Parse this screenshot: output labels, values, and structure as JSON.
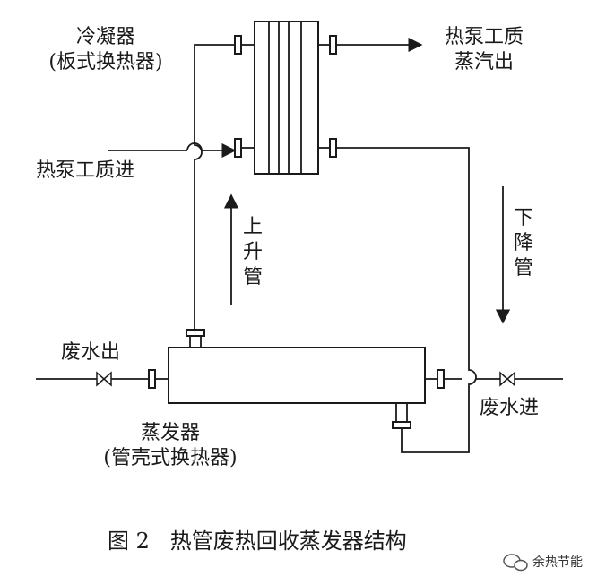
{
  "labels": {
    "condenser_line1": "冷凝器",
    "condenser_line2": "(板式换热器)",
    "vapor_out_line1": "热泵工质",
    "vapor_out_line2": "蒸汽出",
    "fluid_in": "热泵工质进",
    "riser": [
      "上",
      "升",
      "管"
    ],
    "downcomer": [
      "下",
      "降",
      "管"
    ],
    "waste_water_out": "废水出",
    "waste_water_in": "废水进",
    "evaporator_line1": "蒸发器",
    "evaporator_line2": "(管壳式换热器)"
  },
  "caption": "图 2   热管废热回收蒸发器结构",
  "watermark": "余热节能",
  "colors": {
    "line": "#1a1a1a",
    "background": "#ffffff"
  },
  "icons": [
    "valve-icon",
    "wechat-logo-icon"
  ]
}
